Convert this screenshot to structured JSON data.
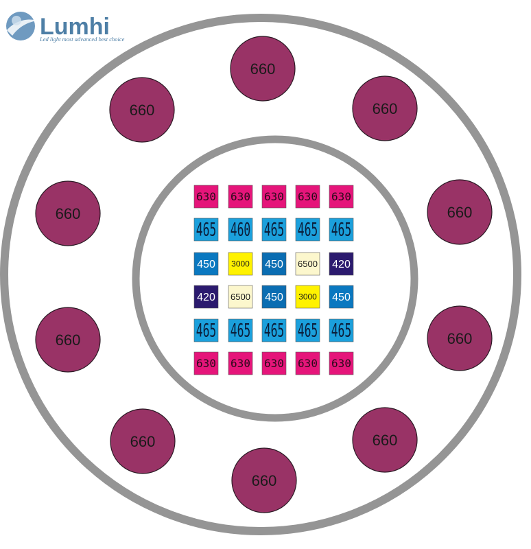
{
  "logo": {
    "name": "Lumhi",
    "tagline": "Led light most advanced  best choice"
  },
  "colors": {
    "ring": "#959595",
    "led660": "#993366",
    "led630": "#e5157a",
    "led465": "#1ba0dc",
    "led450": "#0a78c0",
    "led420": "#2b1a6e",
    "led3000": "#fff200",
    "led6500": "#fcf7cd",
    "logo": "#4e7fa6"
  },
  "outer_leds": [
    {
      "label": "660"
    },
    {
      "label": "660"
    },
    {
      "label": "660"
    },
    {
      "label": "660"
    },
    {
      "label": "660"
    },
    {
      "label": "660"
    },
    {
      "label": "660"
    },
    {
      "label": "660"
    },
    {
      "label": "660"
    },
    {
      "label": "660"
    }
  ],
  "chip_grid": [
    [
      "630",
      "630",
      "630",
      "630",
      "630"
    ],
    [
      "465",
      "460",
      "465",
      "465",
      "465"
    ],
    [
      "450",
      "3000",
      "450",
      "6500",
      "420"
    ],
    [
      "420",
      "6500",
      "450",
      "3000",
      "450"
    ],
    [
      "465",
      "465",
      "465",
      "465",
      "465"
    ],
    [
      "630",
      "630",
      "630",
      "630",
      "630"
    ]
  ]
}
